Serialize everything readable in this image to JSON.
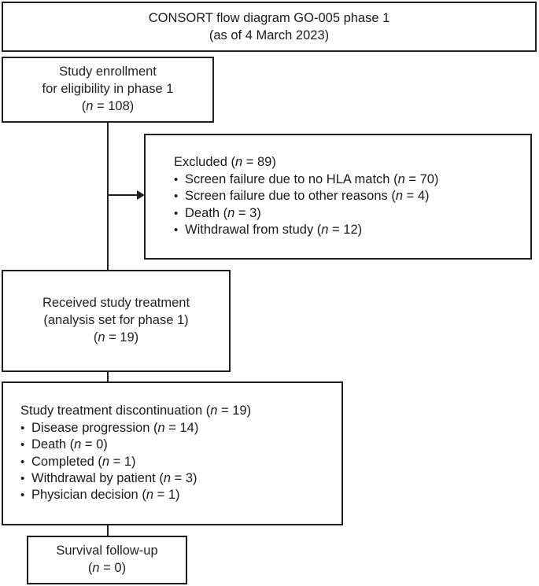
{
  "diagram": {
    "type": "consort-flow-diagram",
    "title": {
      "line1": "CONSORT flow diagram GO-005 phase 1",
      "line2": "(as of 4 March 2023)"
    },
    "enrollment": {
      "line1": "Study enrollment",
      "line2": "for eligibility in phase 1",
      "count_prefix": "(",
      "count_italic": "n",
      "count_suffix": " = 108)"
    },
    "excluded": {
      "header_text": "Excluded (",
      "header_italic": "n",
      "header_suffix": " = 89)",
      "bullet_char": "•",
      "items": [
        {
          "text": "Screen failure due to no HLA match (",
          "italic": "n",
          "suffix": " = 70)"
        },
        {
          "text": "Screen failure due to other reasons (",
          "italic": "n",
          "suffix": " = 4)"
        },
        {
          "text": "Death (",
          "italic": "n",
          "suffix": " = 3)"
        },
        {
          "text": "Withdrawal from study (",
          "italic": "n",
          "suffix": " = 12)"
        }
      ]
    },
    "treatment": {
      "line1": "Received study treatment",
      "line2": "(analysis set for phase 1)",
      "count_prefix": "(",
      "count_italic": "n",
      "count_suffix": " = 19)"
    },
    "discontinuation": {
      "header_text": "Study treatment discontinuation (",
      "header_italic": "n",
      "header_suffix": " = 19)",
      "bullet_char": "•",
      "items": [
        {
          "text": "Disease progression (",
          "italic": "n",
          "suffix": " = 14)"
        },
        {
          "text": "Death (",
          "italic": "n",
          "suffix": " = 0)"
        },
        {
          "text": "Completed (",
          "italic": "n",
          "suffix": " = 1)"
        },
        {
          "text": "Withdrawal by patient (",
          "italic": "n",
          "suffix": " = 3)"
        },
        {
          "text": "Physician decision (",
          "italic": "n",
          "suffix": " = 1)"
        }
      ]
    },
    "survival": {
      "line1": "Survival follow-up",
      "count_prefix": "(",
      "count_italic": "n",
      "count_suffix": " = 0)"
    },
    "colors": {
      "stroke": "#231f20",
      "background": "#ffffff",
      "text": "#231f20"
    }
  }
}
